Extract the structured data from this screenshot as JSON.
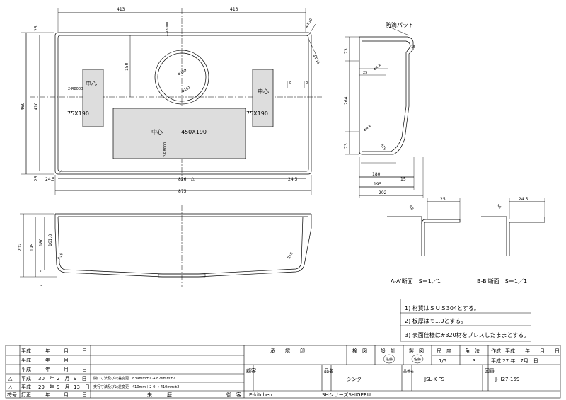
{
  "dims": {
    "top_left": "413",
    "top_right": "413",
    "corner": "4-R10",
    "r15": "4-R15",
    "left_25_top": "25",
    "left_410": "410",
    "left_460": "460",
    "left_25_bot": "25",
    "d150": "150",
    "r8000_a": "2-R8000",
    "r8000_b": "2-R8000",
    "d159": "Φ159",
    "d161": "Φ161",
    "bottom_245_l": "24.5",
    "bottom_826": "826",
    "bottom_245_r": "24.5",
    "bottom_875": "875",
    "b_left": "8",
    "b_right": "8'"
  },
  "labels": {
    "center_left": "中心",
    "center_mid": "中心",
    "center_right": "中心",
    "size_left": "75X190",
    "size_mid": "450X190",
    "size_right": "75X190"
  },
  "front": {
    "h202": "202",
    "h195": "195",
    "h180": "180",
    "h161": "161.8",
    "h5": "5",
    "h7": "7",
    "r19l": "R19",
    "r19r": "R19"
  },
  "side": {
    "pad_label": "防滴パット",
    "d73a": "73",
    "d264": "264",
    "d73b": "73",
    "d15": "15",
    "d25": "25",
    "d42a": "Φ4.2",
    "d42b": "Φ4.2",
    "r19": "R19",
    "d180": "180",
    "d15b": "15",
    "d195": "195",
    "d202": "202"
  },
  "sections": {
    "a_label": "A-A'断面　S＝1／1",
    "b_label": "B-B'断面　S＝1／1",
    "a_25": "25",
    "a_r8": "R8",
    "b_245": "24.5",
    "b_r8": "R8"
  },
  "notes": [
    "1) 材質はＳＵＳ304とする。",
    "2) 板厚はｔ1.0とする。",
    "3) 表面仕様は#320材をプレスしたままとする。"
  ],
  "revisions": [
    {
      "mark": "",
      "era": "平成",
      "y": "年",
      "m": "月",
      "d": "日",
      "note": ""
    },
    {
      "mark": "",
      "era": "平成",
      "y": "年",
      "m": "月",
      "d": "日",
      "note": ""
    },
    {
      "mark": "",
      "era": "平成",
      "y": "年",
      "m": "月",
      "d": "日",
      "note": ""
    },
    {
      "mark": "△",
      "era": "平成",
      "y": "30　年",
      "m": "2　月",
      "d": "9　日",
      "note": "開口寸法及び公差変更　839mm±1 → 826mm±2"
    },
    {
      "mark": "△",
      "era": "平成",
      "y": "29　年",
      "m": "9　月",
      "d": "13　日",
      "note": "奥行寸法及び公差変更　410mm＋2-0 → 410mm±2"
    }
  ],
  "rev_header": {
    "mark": "符号",
    "era": "訂正",
    "y": "年",
    "m": "月",
    "d": "日",
    "note": "来　　　歴"
  },
  "title": {
    "approval": "承　　認　　印",
    "check": "検　図",
    "design": "設　計",
    "draw": "製　図",
    "scale_label": "尺　度",
    "scale": "1/5",
    "angle_label": "角　法",
    "angle": "3",
    "made_label": "作成",
    "made_date": "平成　　年　　月　　日",
    "made_date2": "平成 27 年　7月　日",
    "stamp": "佐藤",
    "customer_label": "顧客",
    "customer": "E-kitchen",
    "item_label": "品名",
    "item": "シンク",
    "part_label": "品番名",
    "part": "JSL-K FS",
    "fig_label": "図番",
    "fig": "J-H27-159",
    "series": "SHシリーズSHIGERU",
    "customer_small": "御　客"
  }
}
